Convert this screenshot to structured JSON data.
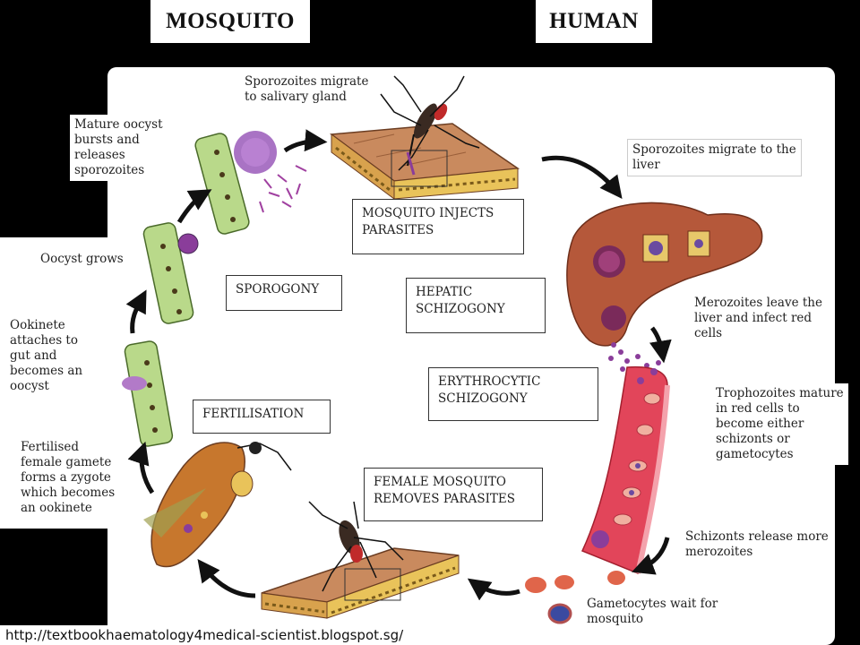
{
  "headers": {
    "mosquito": "MOSQUITO",
    "human": "HUMAN"
  },
  "labels": {
    "sporozoites_salivary": "Sporozoites migrate\nto salivary gland",
    "mature_oocyst": "Mature oocyst\nbursts and\nreleases\nsporozoites",
    "sporozoites_liver": "Sporozoites migrate to the\nliver",
    "oocyst_grows": "Oocyst grows",
    "merozoites_leave": "Merozoites leave the\nliver and infect red\ncells",
    "ookinete_attaches": "Ookinete\nattaches to\ngut and\nbecomes an\noocyst",
    "trophozoites": "Trophozoites mature\nin red cells to\nbecome either\nschizonts or\ngametocytes",
    "fertilised": "Fertilised\nfemale gamete\nforms a zygote\nwhich becomes\nan ookinete",
    "schizonts_release": "Schizonts release more\nmerozoites",
    "gametocytes_wait": "Gametocytes wait for\nmosquito"
  },
  "boxes": {
    "mosquito_injects": "MOSQUITO INJECTS\nPARASITES",
    "sporogony": "SPOROGONY",
    "hepatic": "HEPATIC\nSCHIZOGONY",
    "erythrocytic": "ERYTHROCYTIC\nSCHIZOGONY",
    "fertilisation": "FERTILISATION",
    "female_mosquito": "FEMALE MOSQUITO\nREMOVES PARASITES"
  },
  "source_url": "http://textbookhaematology4medical-scientist.blogspot.sg/",
  "colors": {
    "background": "#000000",
    "panel": "#ffffff",
    "liver": "#b5583a",
    "vessel": "#e2455a",
    "skin": "#c98a5e",
    "parasite": "#8a3d9a",
    "oocyst_cell": "#b9d98a"
  }
}
